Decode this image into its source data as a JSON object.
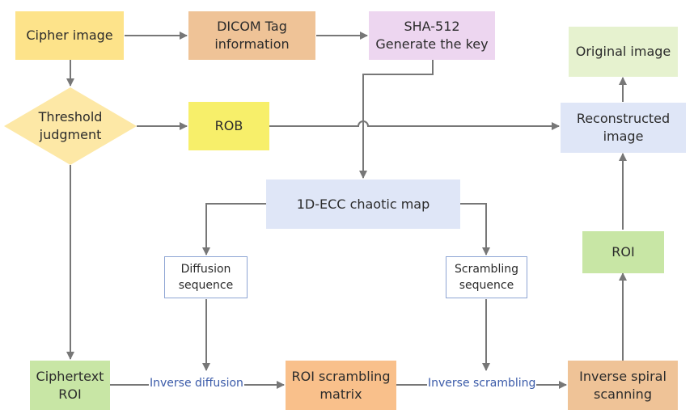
{
  "colors": {
    "yellow": "#fde38a",
    "brown": "#efc397",
    "pink": "#edd6f0",
    "green": "#c8e6a5",
    "lightgreen": "#e6f2cf",
    "bright_yellow": "#f7ef6a",
    "blue": "#dfe6f7",
    "orange": "#f9c08b",
    "arrow": "#777777",
    "label": "#3b5ba9"
  },
  "nodes": {
    "cipher_image": "Cipher image",
    "dicom_tag": [
      "DICOM Tag",
      "information"
    ],
    "sha512": [
      "SHA-512",
      "Generate the key"
    ],
    "original_image": "Original image",
    "threshold": [
      "Threshold",
      "judgment"
    ],
    "rob": "ROB",
    "reconstructed": [
      "Reconstructed",
      "image"
    ],
    "ecc_map": "1D-ECC chaotic map",
    "diffusion_seq": [
      "Diffusion",
      "sequence"
    ],
    "scrambling_seq": [
      "Scrambling",
      "sequence"
    ],
    "roi_right": "ROI",
    "ciphertext_roi": [
      "Ciphertext",
      "ROI"
    ],
    "roi_scrambling_matrix": [
      "ROI scrambling",
      "matrix"
    ],
    "inverse_spiral": [
      "Inverse spiral",
      "scanning"
    ]
  },
  "edge_labels": {
    "inverse_diffusion": "Inverse diffusion",
    "inverse_scrambling": "Inverse scrambling"
  }
}
